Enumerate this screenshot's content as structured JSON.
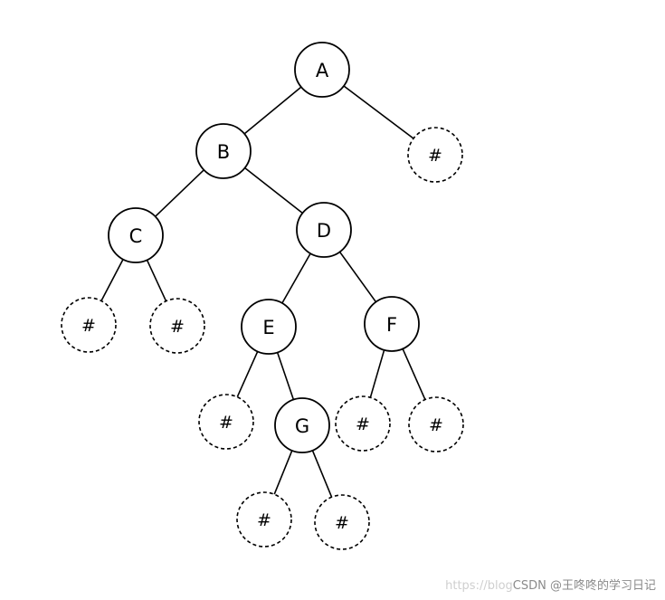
{
  "diagram": {
    "type": "binary-tree",
    "null_marker": "#",
    "nodes": [
      {
        "id": "A",
        "label": "A",
        "kind": "node"
      },
      {
        "id": "B",
        "label": "B",
        "kind": "node"
      },
      {
        "id": "C",
        "label": "C",
        "kind": "node"
      },
      {
        "id": "D",
        "label": "D",
        "kind": "node"
      },
      {
        "id": "E",
        "label": "E",
        "kind": "node"
      },
      {
        "id": "F",
        "label": "F",
        "kind": "node"
      },
      {
        "id": "G",
        "label": "G",
        "kind": "node"
      },
      {
        "id": "nA_R",
        "label": "#",
        "kind": "null"
      },
      {
        "id": "nC_L",
        "label": "#",
        "kind": "null"
      },
      {
        "id": "nC_R",
        "label": "#",
        "kind": "null"
      },
      {
        "id": "nE_L",
        "label": "#",
        "kind": "null"
      },
      {
        "id": "nF_L",
        "label": "#",
        "kind": "null"
      },
      {
        "id": "nF_R",
        "label": "#",
        "kind": "null"
      },
      {
        "id": "nG_L",
        "label": "#",
        "kind": "null"
      },
      {
        "id": "nG_R",
        "label": "#",
        "kind": "null"
      }
    ],
    "edges": [
      [
        "A",
        "B"
      ],
      [
        "A",
        "nA_R"
      ],
      [
        "B",
        "C"
      ],
      [
        "B",
        "D"
      ],
      [
        "C",
        "nC_L"
      ],
      [
        "C",
        "nC_R"
      ],
      [
        "D",
        "E"
      ],
      [
        "D",
        "F"
      ],
      [
        "E",
        "nE_L"
      ],
      [
        "E",
        "G"
      ],
      [
        "F",
        "nF_L"
      ],
      [
        "F",
        "nF_R"
      ],
      [
        "G",
        "nG_L"
      ],
      [
        "G",
        "nG_R"
      ]
    ]
  },
  "watermark": {
    "faint": "https://blog",
    "strong": "CSDN @王咚咚的学习日记"
  }
}
